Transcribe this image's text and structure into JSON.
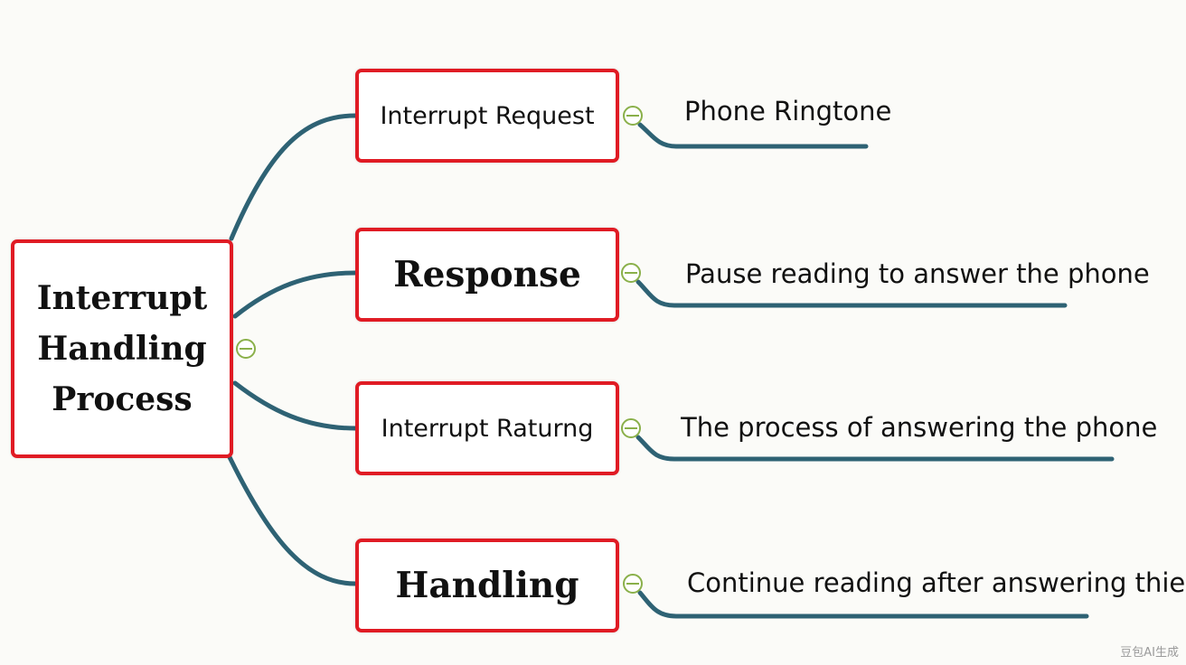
{
  "root": {
    "label": "Interrupt\nHandling\nProcess"
  },
  "branches": [
    {
      "label": "Interrupt Request",
      "detail": "Phone Ringtone"
    },
    {
      "label": "Response",
      "detail": "Pause reading to answer the phone"
    },
    {
      "label": "Interrupt Raturng",
      "detail": "The process of answering the phone"
    },
    {
      "label": "Handling",
      "detail": "Continue reading after answering thie"
    }
  ],
  "watermark": "豆包AI生成",
  "colors": {
    "node_border": "#e01b24",
    "connector": "#2e6274",
    "collapse_toggle": "#8ab04a",
    "background": "#fbfbf8"
  },
  "icons": {
    "collapse": "circle-minus-icon"
  }
}
